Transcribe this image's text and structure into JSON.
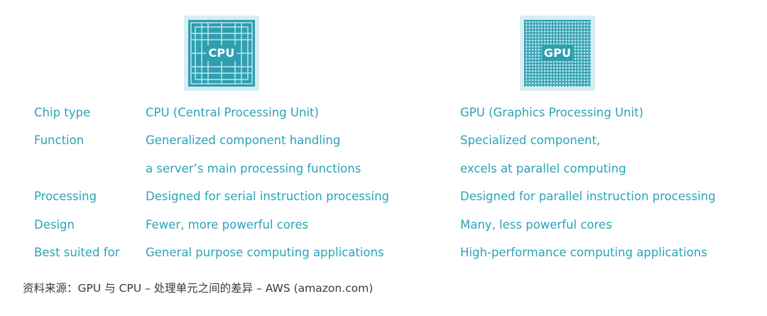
{
  "chips": {
    "cpu": {
      "label": "CPU",
      "icon": "cpu-chip-icon",
      "color": "#2f9fb0"
    },
    "gpu": {
      "label": "GPU",
      "icon": "gpu-chip-icon",
      "color": "#2f9fb0"
    }
  },
  "rows": [
    {
      "label": "Chip type",
      "cpu": "CPU (Central Processing Unit)",
      "gpu": "GPU (Graphics Processing Unit)"
    },
    {
      "label": "Function",
      "cpu": "Generalized component handling",
      "gpu": "Specialized component,"
    },
    {
      "label": "",
      "cpu": " a server’s main processing functions",
      "gpu": "excels at parallel computing"
    },
    {
      "label": "Processing",
      "cpu": "Designed for serial instruction processing",
      "gpu": "Designed for parallel instruction processing"
    },
    {
      "label": "Design",
      "cpu": "Fewer, more powerful cores",
      "gpu": "Many, less powerful cores"
    },
    {
      "label": "Best suited for",
      "cpu": "General purpose computing applications",
      "gpu": "High-performance computing applications"
    }
  ],
  "source": "资料来源：GPU 与 CPU – 处理单元之间的差异 – AWS (amazon.com)",
  "colors": {
    "text_accent": "#2aa3b8",
    "chip": "#2f9fb0"
  }
}
